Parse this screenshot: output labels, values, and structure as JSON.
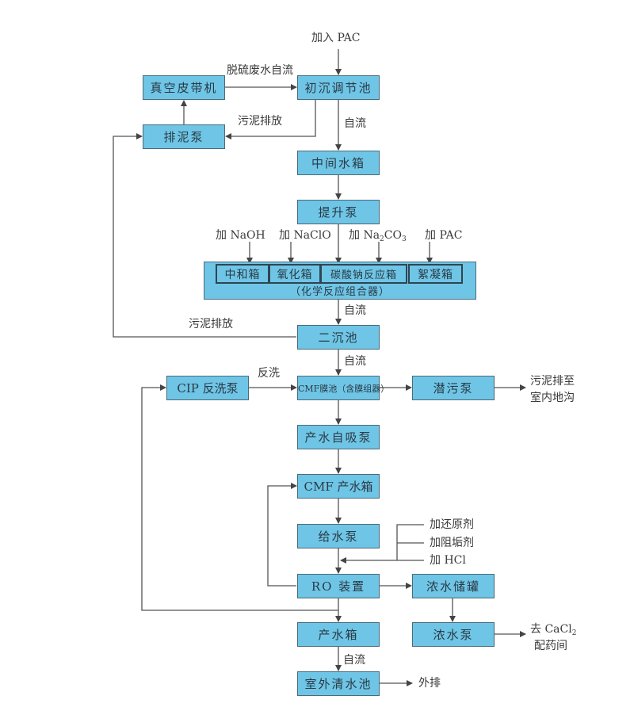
{
  "title": "脱硫废水处理工艺流程图",
  "colors": {
    "box_fill": "#6fc5e6",
    "box_border": "#4a6a78",
    "line": "#555555"
  },
  "boxes": {
    "vacuum_belt": "真空皮带机",
    "primary_tank": "初沉调节池",
    "sludge_pump": "排泥泵",
    "middle_tank": "中间水箱",
    "lift_pump": "提升泵",
    "neutral_tank": "中和箱",
    "oxid_tank": "氧化箱",
    "carbonate_tank": "碳酸钠反应箱",
    "floc_tank": "絮凝箱",
    "reactor_caption": "（化学反应组合器）",
    "secondary_tank": "二沉池",
    "cip_pump": "CIP 反洗泵",
    "cmf_pool": "CMF膜池（含膜组器）",
    "sewage_pump": "潜污泵",
    "self_priming_pump": "产水自吸泵",
    "cmf_product_tank": "CMF 产水箱",
    "feed_pump": "给水泵",
    "ro_unit": "RO 装置",
    "brine_storage": "浓水储罐",
    "product_tank": "产水箱",
    "brine_pump": "浓水泵",
    "clear_pool": "室外清水池"
  },
  "labels": {
    "add_pac_top": "加入 PAC",
    "desulf_flow": "脱硫废水自流",
    "sludge_discharge_1": "污泥排放",
    "self_flow_1": "自流",
    "add_naoh": "加 NaOH",
    "add_naclo": "加 NaClO",
    "add_na2co3_pre": "加 Na",
    "add_na2co3_sub1": "2",
    "add_na2co3_mid": "CO",
    "add_na2co3_sub2": "3",
    "add_pac": "加 PAC",
    "self_flow_2": "自流",
    "sludge_discharge_2": "污泥排放",
    "self_flow_3": "自流",
    "backwash": "反洗",
    "sludge_to_1": "污泥排至",
    "sludge_to_2": "室内地沟",
    "add_reductant": "加还原剂",
    "add_antiscalant": "加阻垢剂",
    "add_hcl": "加 HCl",
    "to_cacl2_pre": "去 CaCl",
    "to_cacl2_sub": "2",
    "to_cacl2_2": "配药间",
    "self_flow_4": "自流",
    "discharge": "外排"
  }
}
